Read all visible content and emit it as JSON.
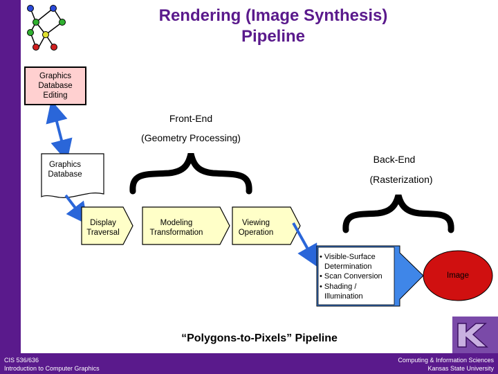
{
  "title": {
    "line1": "Rendering (Image Synthesis)",
    "line2": "Pipeline"
  },
  "boxes": {
    "editing": [
      "Graphics",
      "Database",
      "Editing"
    ],
    "database": [
      "Graphics",
      "Database"
    ],
    "display": [
      "Display",
      "Traversal"
    ],
    "modeling": [
      "Modeling",
      "Transformation"
    ],
    "viewing": [
      "Viewing",
      "Operation"
    ],
    "raster_steps": [
      "• Visible-Surface",
      "Determination",
      "• Scan Conversion",
      "• Shading /",
      "Illumination"
    ],
    "image": "Image"
  },
  "stages": {
    "front_end": "Front-End",
    "front_end_sub": "(Geometry Processing)",
    "back_end": "Back-End",
    "back_end_sub": "(Rasterization)"
  },
  "pipeline_label": "“Polygons-to-Pixels” Pipeline",
  "footer": {
    "left_line1": "CIS 536/636",
    "left_line2": "Introduction to Computer Graphics",
    "right_line1": "Computing & Information Sciences",
    "right_line2": "Kansas State University"
  },
  "colors": {
    "brand_purple": "#5a1a8c",
    "arrow_blue": "#2a66d9",
    "editing_fill": "#ffd0d0",
    "stage_fill": "#ffffc8",
    "raster_fill": "#3f86e8",
    "image_fill": "#d01010"
  },
  "icons": {
    "logo": "tree-graph-icon",
    "seal": "k-state-wildcat-logo"
  }
}
